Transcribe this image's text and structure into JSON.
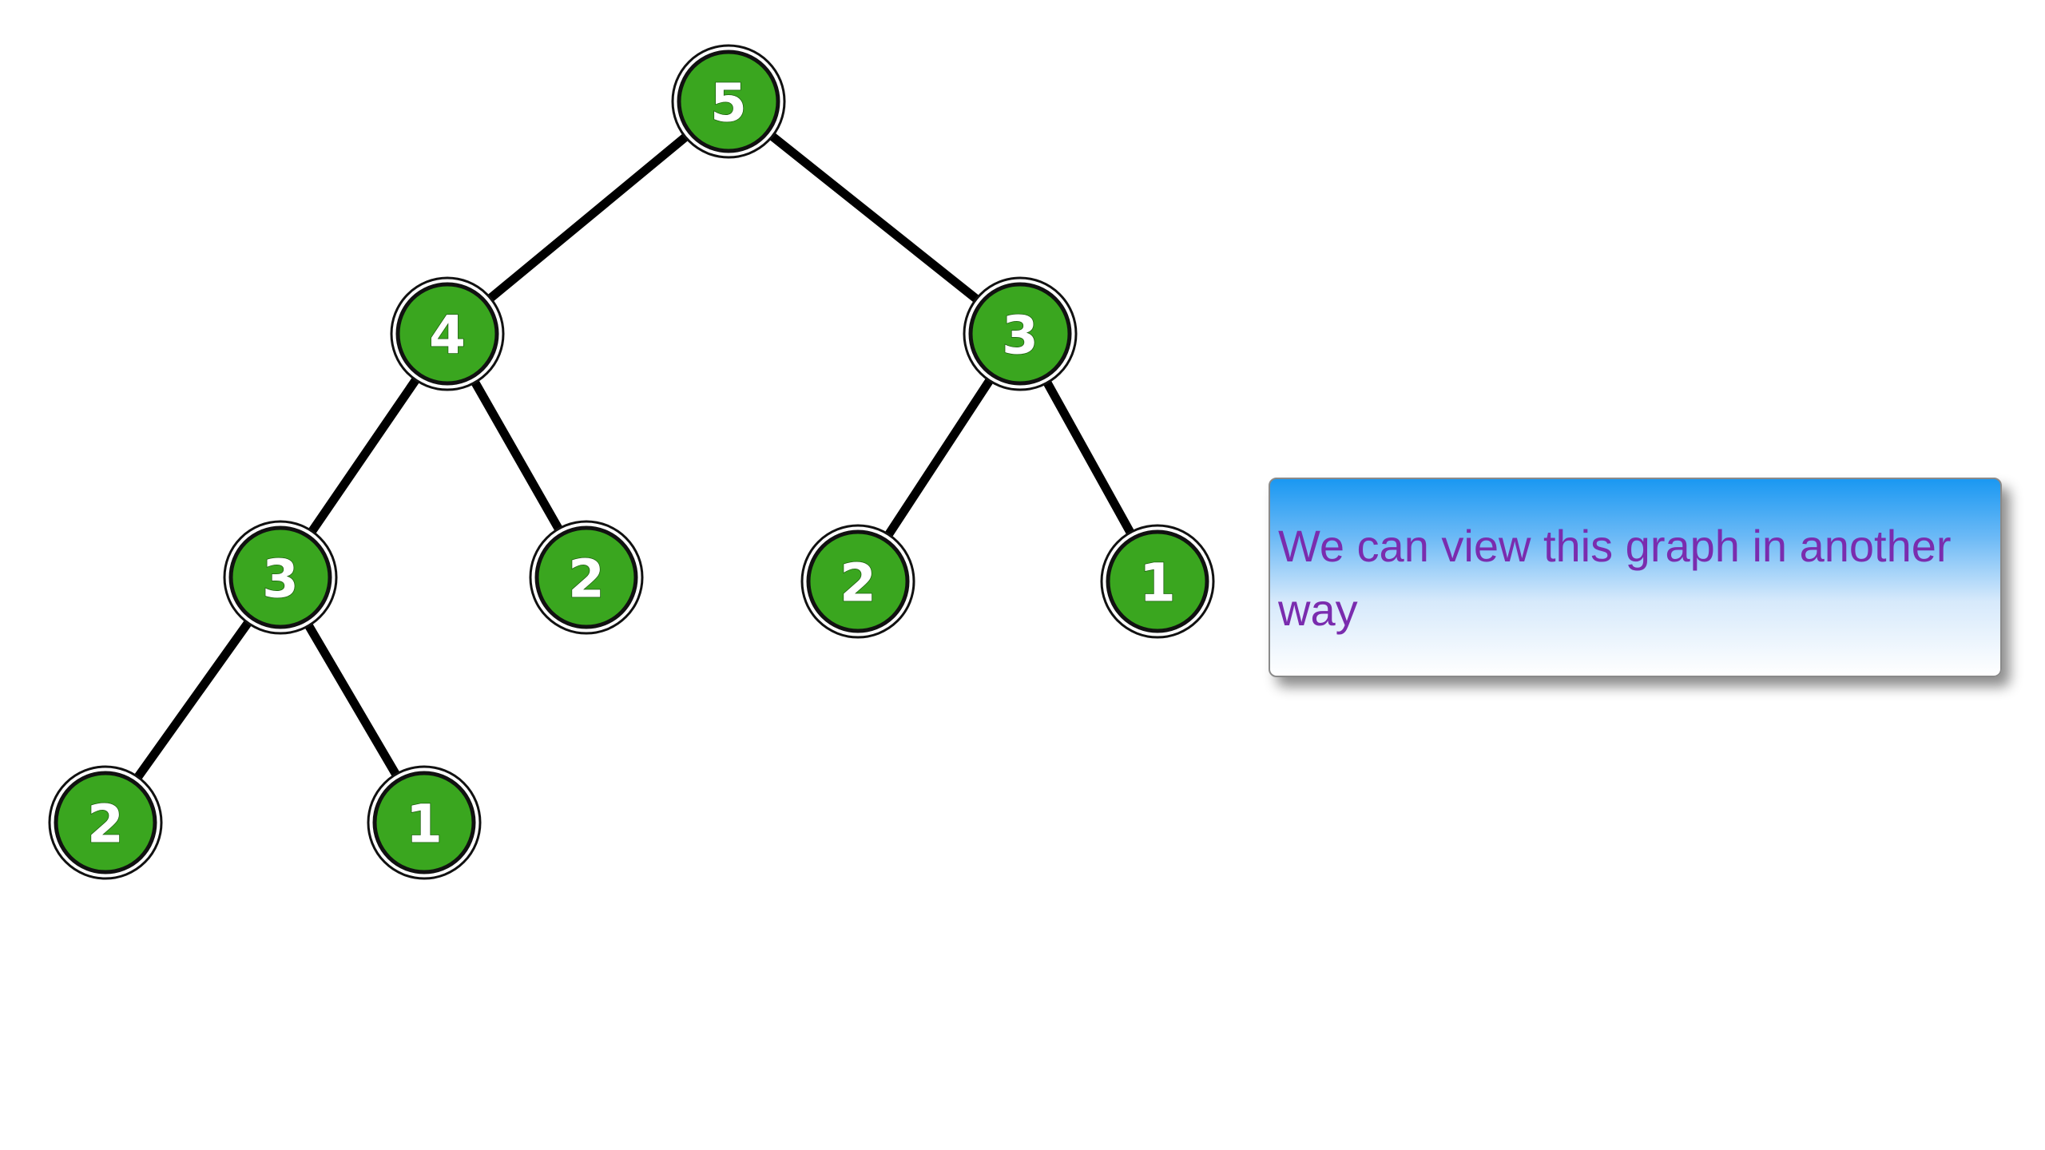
{
  "diagram": {
    "type": "binary-tree",
    "colors": {
      "node_fill": "#3aa61f",
      "node_border": "#111111",
      "edge": "#000000",
      "label": "#ffffff"
    },
    "nodes": [
      {
        "id": "n0",
        "label": "5",
        "depth": 0
      },
      {
        "id": "n1",
        "label": "4",
        "depth": 1
      },
      {
        "id": "n2",
        "label": "3",
        "depth": 1
      },
      {
        "id": "n3",
        "label": "3",
        "depth": 2
      },
      {
        "id": "n4",
        "label": "2",
        "depth": 2
      },
      {
        "id": "n5",
        "label": "2",
        "depth": 2
      },
      {
        "id": "n6",
        "label": "1",
        "depth": 2
      },
      {
        "id": "n7",
        "label": "2",
        "depth": 3
      },
      {
        "id": "n8",
        "label": "1",
        "depth": 3
      }
    ],
    "edges": [
      {
        "from": "n0",
        "to": "n1"
      },
      {
        "from": "n0",
        "to": "n2"
      },
      {
        "from": "n1",
        "to": "n3"
      },
      {
        "from": "n1",
        "to": "n4"
      },
      {
        "from": "n2",
        "to": "n5"
      },
      {
        "from": "n2",
        "to": "n6"
      },
      {
        "from": "n3",
        "to": "n7"
      },
      {
        "from": "n3",
        "to": "n8"
      }
    ]
  },
  "callout": {
    "text": "We can view this graph in another way",
    "text_color": "#7a2cae",
    "gradient_top": "#1a98f2",
    "gradient_bottom": "#ffffff"
  }
}
